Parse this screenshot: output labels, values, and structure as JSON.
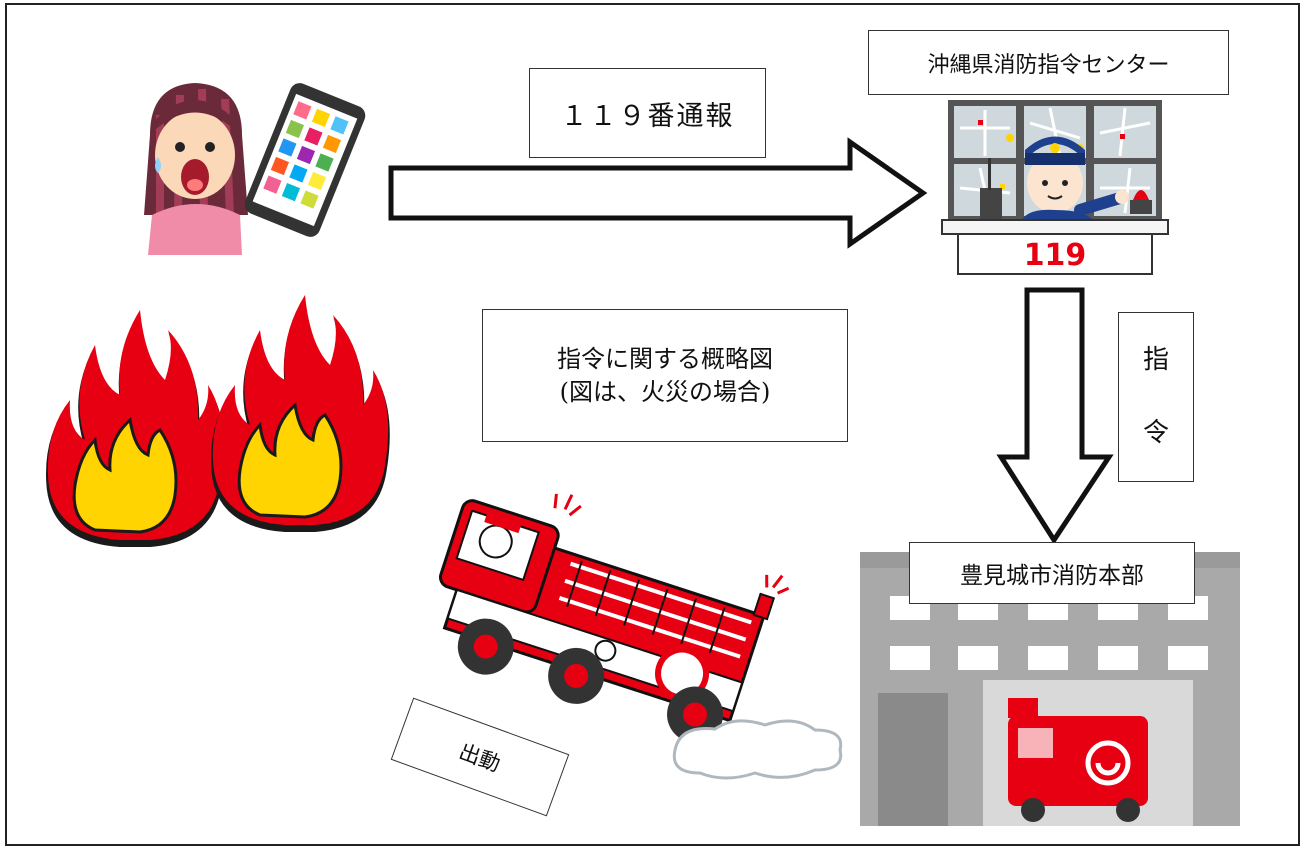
{
  "labels": {
    "report": "１１９番通報",
    "command_center": "沖縄県消防指令センター",
    "overview_line1": "指令に関する概略図",
    "overview_line2": "(図は、火災の場合)",
    "order_char1": "指",
    "order_char2": "令",
    "fire_hq": "豊見城市消防本部",
    "dispatch": "出動"
  },
  "icons": {
    "caller": "caller-with-phone-icon",
    "fire": "fire-icon",
    "dispatcher": "dispatcher-desk-icon",
    "fire_engine": "fire-engine-icon",
    "fire_station": "fire-station-building-icon",
    "arrow_right": "arrow-right-icon",
    "arrow_down": "arrow-down-icon"
  },
  "desk_sign": "119",
  "colors": {
    "fire_red": "#e60012",
    "flame_yellow": "#ffd400",
    "border": "#222222",
    "building_gray": "#a9a9a9"
  }
}
